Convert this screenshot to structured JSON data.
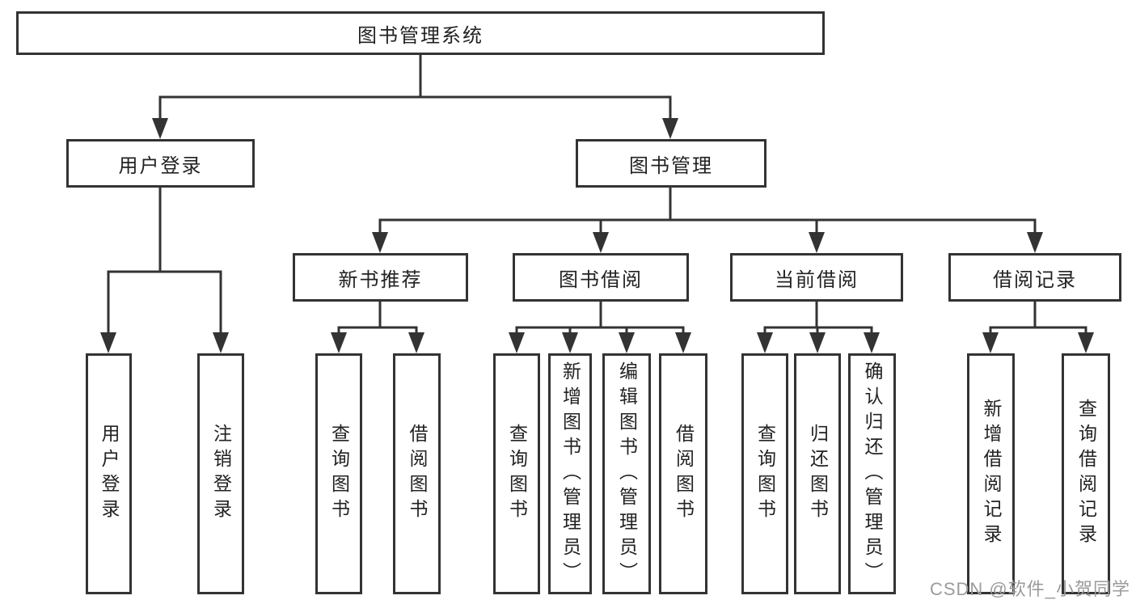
{
  "tree": {
    "root": {
      "label": "图书管理系统"
    },
    "branches": [
      {
        "label": "用户登录",
        "children": [
          {
            "label": "用户登录"
          },
          {
            "label": "注销登录"
          }
        ]
      },
      {
        "label": "图书管理",
        "groups": [
          {
            "label": "新书推荐",
            "children": [
              {
                "label": "查询图书"
              },
              {
                "label": "借阅图书"
              }
            ]
          },
          {
            "label": "图书借阅",
            "children": [
              {
                "label": "查询图书"
              },
              {
                "label": "新增图书（管理员）"
              },
              {
                "label": "编辑图书（管理员）"
              },
              {
                "label": "借阅图书"
              }
            ]
          },
          {
            "label": "当前借阅",
            "children": [
              {
                "label": "查询图书"
              },
              {
                "label": "归还图书"
              },
              {
                "label": "确认归还（管理员）"
              }
            ]
          },
          {
            "label": "借阅记录",
            "children": [
              {
                "label": "新增借阅记录"
              },
              {
                "label": "查询借阅记录"
              }
            ]
          }
        ]
      }
    ]
  },
  "watermark": {
    "text": "CSDN @软件_小贺同学"
  },
  "colors": {
    "line": "#333333",
    "text": "#222222",
    "watermark_gray": "#9b9b9b",
    "background": "#ffffff"
  }
}
